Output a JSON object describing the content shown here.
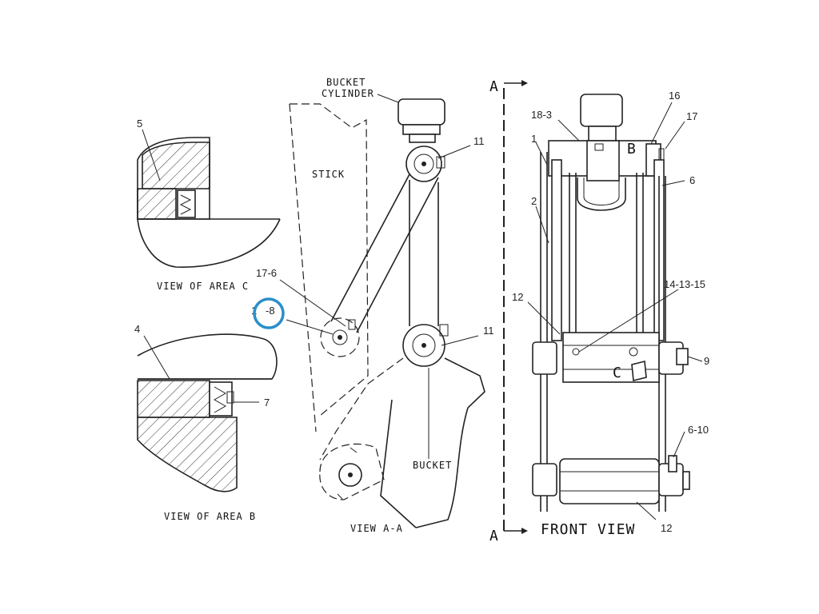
{
  "labels": {
    "bucket_cylinder_line1": "BUCKET",
    "bucket_cylinder_line2": "CYLINDER",
    "stick": "STICK",
    "bucket": "BUCKET",
    "view_area_c": "VIEW OF AREA C",
    "view_area_b": "VIEW OF AREA B",
    "view_aa": "VIEW A-A",
    "front_view": "FRONT VIEW",
    "section_a_top": "A",
    "section_a_bottom": "A",
    "area_b_marker": "B",
    "area_c_marker": "C"
  },
  "callouts": {
    "c5": "5",
    "c4": "4",
    "c7": "7",
    "c17_6": "17-6",
    "c17_8_left": "1",
    "c17_8_right": "-8",
    "c11_top": "11",
    "c11_mid": "11",
    "c18_3": "18-3",
    "c1": "1",
    "c2": "2",
    "c16": "16",
    "c17": "17",
    "c6": "6",
    "c14_13_15": "14-13-15",
    "c12_upper": "12",
    "c9": "9",
    "c6_10": "6-10",
    "c12_lower": "12"
  },
  "highlight_color": "#2a8fc9"
}
